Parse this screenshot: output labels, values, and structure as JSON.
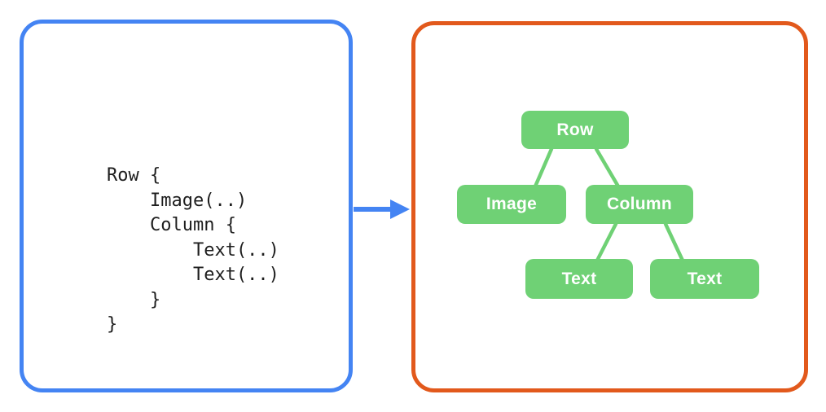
{
  "colors": {
    "page-bg": "#FFFFFF",
    "panel-bg": "#FFFFFF",
    "blue": "#4484F3",
    "orange": "#E2591C",
    "green": "#6FD175",
    "code": "#1E1E1E",
    "node-text": "#FFFFFF"
  },
  "code_panel": {
    "language_style": "compose-dsl",
    "code": "Row {\n    Image(..)\n    Column {\n        Text(..)\n        Text(..)\n    }\n}"
  },
  "arrow": {
    "direction": "right",
    "color": "#4484F3"
  },
  "tree_panel": {
    "nodes": [
      {
        "id": "row",
        "label": "Row"
      },
      {
        "id": "image",
        "label": "Image"
      },
      {
        "id": "column",
        "label": "Column"
      },
      {
        "id": "text-1",
        "label": "Text"
      },
      {
        "id": "text-2",
        "label": "Text"
      }
    ],
    "edges": [
      {
        "from": "row",
        "to": "image"
      },
      {
        "from": "row",
        "to": "column"
      },
      {
        "from": "column",
        "to": "text-1"
      },
      {
        "from": "column",
        "to": "text-2"
      }
    ]
  }
}
